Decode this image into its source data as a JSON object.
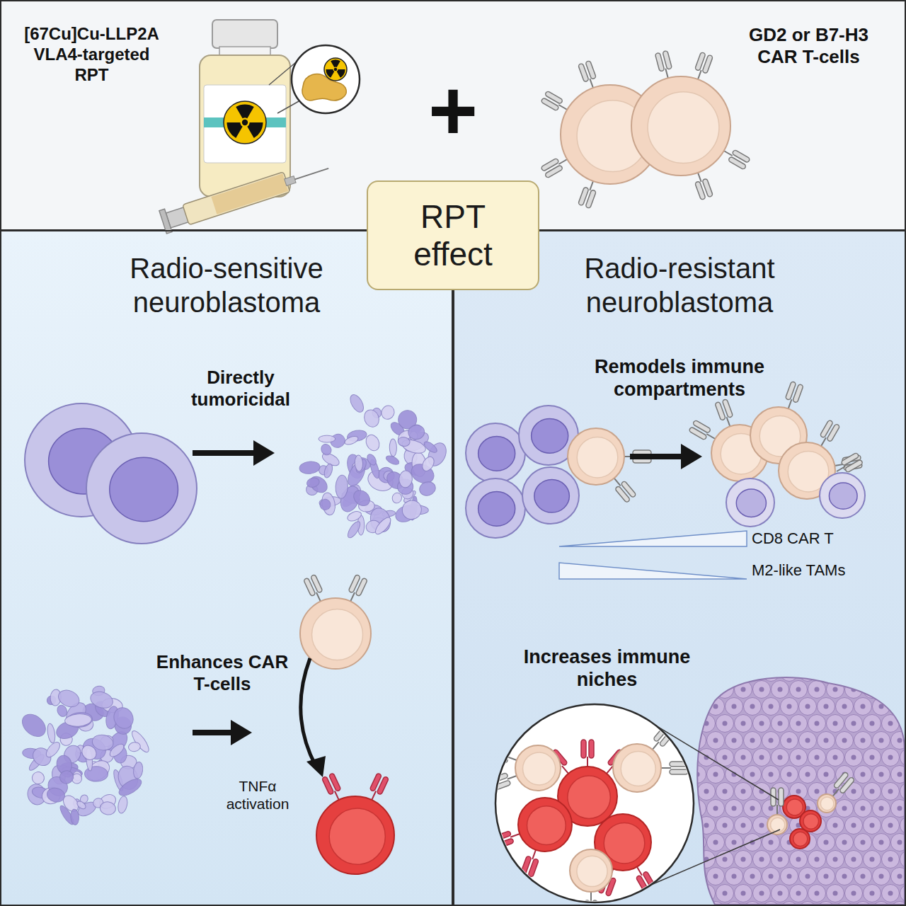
{
  "diagram": {
    "nodes": [
      {
        "text": [
          "RPT effect"
        ]
      },
      {
        "text": [
          "Radio-sensitive neuroblastoma"
        ]
      },
      {
        "text": [
          "Radio-resistant neuroblastoma"
        ]
      }
    ],
    "labels": [
      "[67Cu]Cu-LLP2A VLA4-targeted RPT",
      "+",
      "GD2 or B7-H3 CAR T-cells",
      "Directly tumoricidal",
      "Enhances CAR T-cells",
      "TNFα activation",
      "Remodels immune compartments",
      "CD8 CAR T",
      "M2-like TAMs",
      "Increases immune niches"
    ]
  }
}
